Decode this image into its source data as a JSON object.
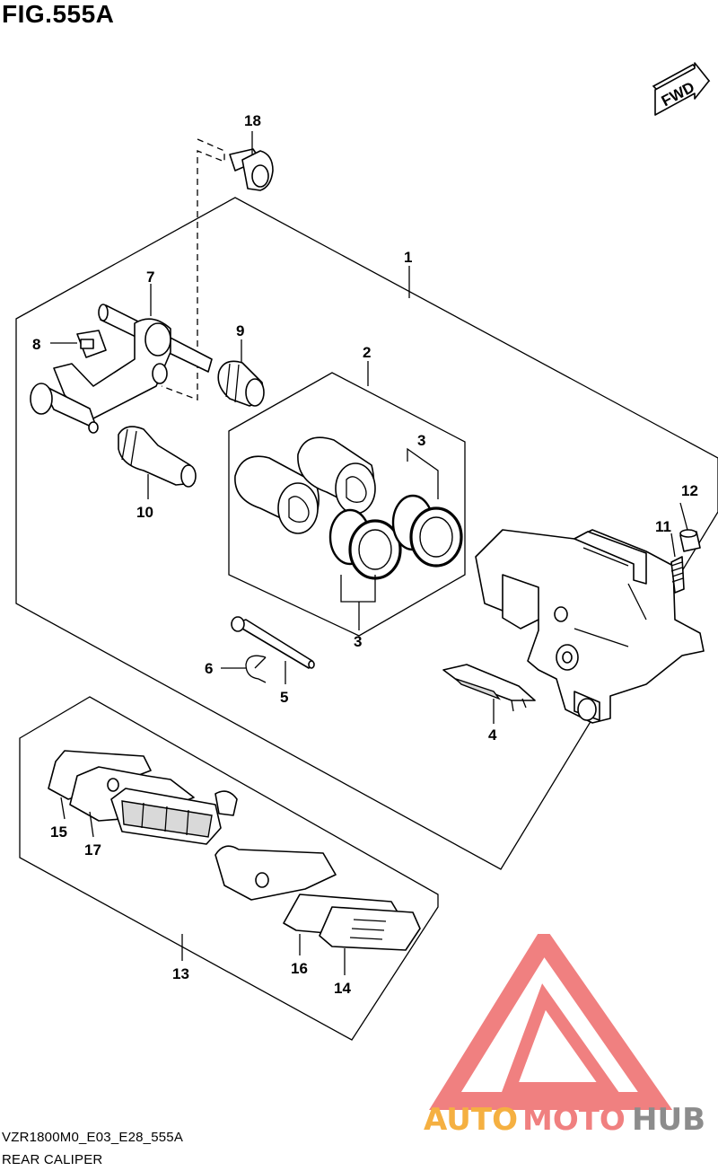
{
  "figure": {
    "title": "FIG.555A",
    "direction_badge": "FWD",
    "code": "VZR1800M0_E03_E28_555A",
    "name": "REAR CALIPER"
  },
  "watermark": {
    "text_orange": "AUTO",
    "text_red": "MOTO",
    "text_grey": "HUB",
    "colors": {
      "triangle": "#f08080",
      "orange": "#f5b041",
      "red": "#f08080",
      "grey": "#8c8c8c"
    }
  },
  "callouts": {
    "p1": "1",
    "p2": "2",
    "p3a": "3",
    "p3b": "3",
    "p4": "4",
    "p5": "5",
    "p6": "6",
    "p7": "7",
    "p8": "8",
    "p9": "9",
    "p10": "10",
    "p11": "11",
    "p12": "12",
    "p13": "13",
    "p14": "14",
    "p15": "15",
    "p16": "16",
    "p17": "17",
    "p18": "18"
  }
}
